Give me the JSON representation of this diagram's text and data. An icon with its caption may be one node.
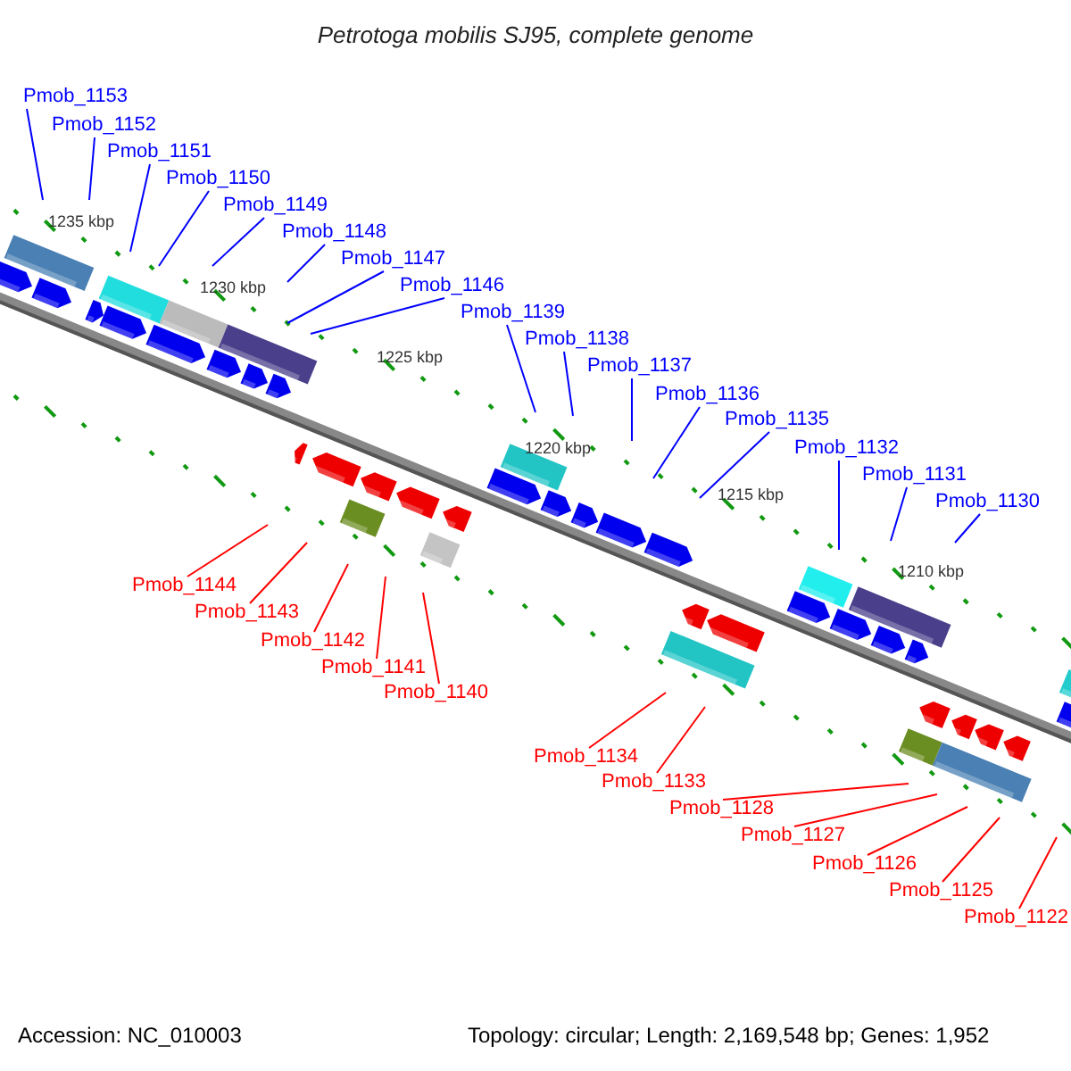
{
  "diagram": {
    "title": "Petrotoga mobilis SJ95, complete genome",
    "nodes": [
      {
        "text": [
          "Pmob_1153"
        ]
      },
      {
        "text": [
          "Pmob_1152"
        ]
      },
      {
        "text": [
          "Pmob_1151"
        ]
      },
      {
        "text": [
          "Pmob_1150"
        ]
      },
      {
        "text": [
          "Pmob_1149"
        ]
      },
      {
        "text": [
          "Pmob_1148"
        ]
      },
      {
        "text": [
          "Pmob_1147"
        ]
      },
      {
        "text": [
          "Pmob_1146"
        ]
      },
      {
        "text": [
          "Pmob_1139"
        ]
      },
      {
        "text": [
          "Pmob_1138"
        ]
      },
      {
        "text": [
          "Pmob_1137"
        ]
      },
      {
        "text": [
          "Pmob_1136"
        ]
      },
      {
        "text": [
          "Pmob_1135"
        ]
      },
      {
        "text": [
          "Pmob_1132"
        ]
      },
      {
        "text": [
          "Pmob_1131"
        ]
      },
      {
        "text": [
          "Pmob_1130"
        ]
      },
      {
        "text": [
          "Pmob_1144"
        ]
      },
      {
        "text": [
          "Pmob_1143"
        ]
      },
      {
        "text": [
          "Pmob_1142"
        ]
      },
      {
        "text": [
          "Pmob_1141"
        ]
      },
      {
        "text": [
          "Pmob_1140"
        ]
      },
      {
        "text": [
          "Pmob_1134"
        ]
      },
      {
        "text": [
          "Pmob_1133"
        ]
      },
      {
        "text": [
          "Pmob_1128"
        ]
      },
      {
        "text": [
          "Pmob_1127"
        ]
      },
      {
        "text": [
          "Pmob_1126"
        ]
      },
      {
        "text": [
          "Pmob_1125"
        ]
      },
      {
        "text": [
          "Pmob_1122"
        ]
      }
    ],
    "edges": [
      {
        "from": 0,
        "to": null,
        "arrow": "none"
      },
      {
        "from": 1,
        "to": null,
        "arrow": "none"
      },
      {
        "from": 2,
        "to": null,
        "arrow": "none"
      },
      {
        "from": 3,
        "to": null,
        "arrow": "none"
      },
      {
        "from": 4,
        "to": null,
        "arrow": "none"
      },
      {
        "from": 5,
        "to": null,
        "arrow": "none"
      },
      {
        "from": 6,
        "to": null,
        "arrow": "none"
      },
      {
        "from": 7,
        "to": null,
        "arrow": "none"
      },
      {
        "from": 8,
        "to": null,
        "arrow": "none"
      },
      {
        "from": 9,
        "to": null,
        "arrow": "none"
      },
      {
        "from": 10,
        "to": null,
        "arrow": "none"
      },
      {
        "from": 11,
        "to": null,
        "arrow": "none"
      },
      {
        "from": 12,
        "to": null,
        "arrow": "none"
      },
      {
        "from": 13,
        "to": null,
        "arrow": "none"
      },
      {
        "from": 14,
        "to": null,
        "arrow": "none"
      },
      {
        "from": 15,
        "to": null,
        "arrow": "none"
      },
      {
        "from": 16,
        "to": null,
        "arrow": "none",
        "color": "#ff0000"
      },
      {
        "from": 17,
        "to": null,
        "arrow": "none",
        "color": "#ff0000"
      },
      {
        "from": 18,
        "to": null,
        "arrow": "none",
        "color": "#ff0000"
      },
      {
        "from": 19,
        "to": null,
        "arrow": "none",
        "color": "#ff0000"
      },
      {
        "from": 20,
        "to": null,
        "arrow": "none",
        "color": "#ff0000"
      },
      {
        "from": 21,
        "to": null,
        "arrow": "none",
        "color": "#ff0000"
      },
      {
        "from": 22,
        "to": null,
        "arrow": "none",
        "color": "#ff0000"
      },
      {
        "from": 23,
        "to": null,
        "arrow": "none",
        "color": "#ff0000"
      },
      {
        "from": 24,
        "to": null,
        "arrow": "none",
        "color": "#ff0000"
      },
      {
        "from": 25,
        "to": null,
        "arrow": "none",
        "color": "#ff0000"
      },
      {
        "from": 26,
        "to": null,
        "arrow": "none",
        "color": "#ff0000"
      },
      {
        "from": 27,
        "to": null,
        "arrow": "none",
        "color": "#ff0000"
      }
    ],
    "labels": [
      "1235 kbp",
      "1230 kbp",
      "1225 kbp",
      "1220 kbp",
      "1215 kbp",
      "1210 kbp",
      "Accession: NC_010003",
      "Topology: circular; Length: 2,169,548 bp; Genes: 1,952"
    ]
  }
}
